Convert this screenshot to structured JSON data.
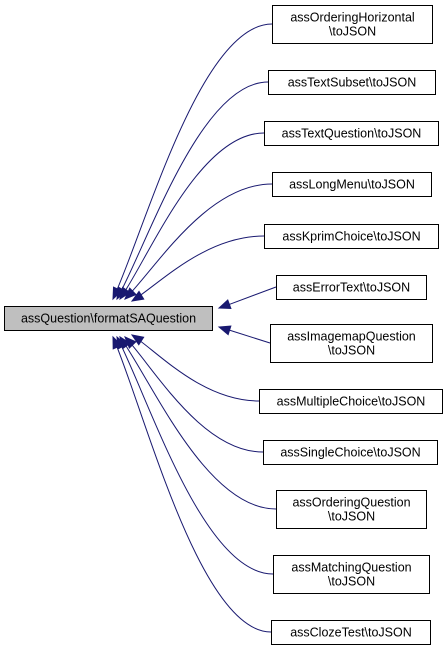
{
  "root": {
    "id": "root",
    "lines": [
      "assQuestion\\formatSAQuestion"
    ]
  },
  "callers": [
    {
      "id": "ordering-horizontal",
      "lines": [
        "assOrderingHorizontal",
        "\\toJSON"
      ]
    },
    {
      "id": "text-subset",
      "lines": [
        "assTextSubset\\toJSON"
      ]
    },
    {
      "id": "text-question",
      "lines": [
        "assTextQuestion\\toJSON"
      ]
    },
    {
      "id": "long-menu",
      "lines": [
        "assLongMenu\\toJSON"
      ]
    },
    {
      "id": "kprim-choice",
      "lines": [
        "assKprimChoice\\toJSON"
      ]
    },
    {
      "id": "error-text",
      "lines": [
        "assErrorText\\toJSON"
      ]
    },
    {
      "id": "imagemap-question",
      "lines": [
        "assImagemapQuestion",
        "\\toJSON"
      ]
    },
    {
      "id": "multiple-choice",
      "lines": [
        "assMultipleChoice\\toJSON"
      ]
    },
    {
      "id": "single-choice",
      "lines": [
        "assSingleChoice\\toJSON"
      ]
    },
    {
      "id": "ordering-question",
      "lines": [
        "assOrderingQuestion",
        "\\toJSON"
      ]
    },
    {
      "id": "matching-question",
      "lines": [
        "assMatchingQuestion",
        "\\toJSON"
      ]
    },
    {
      "id": "cloze-test",
      "lines": [
        "assClozeTest\\toJSON"
      ]
    }
  ],
  "colors": {
    "edge": "#191970",
    "root_fill": "#bfbfbf",
    "node_fill": "#ffffff",
    "border": "#000000"
  }
}
